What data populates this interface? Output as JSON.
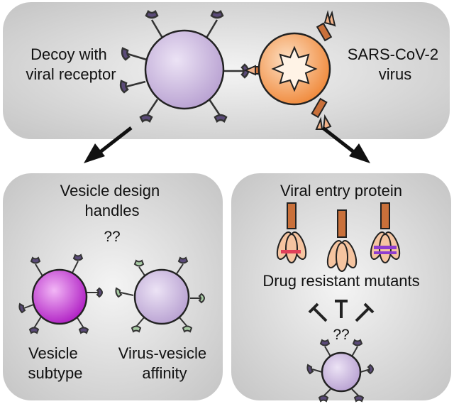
{
  "colors": {
    "panel_fill_center": "#f2f2f2",
    "panel_fill_edge": "#c9c9c9",
    "decoy_vesicle": "#c9b6de",
    "subtype_vesicle": "#c040d0",
    "affinity_vesicle": "#cdbde3",
    "virus_body": "#f59a55",
    "receptor_dark": "#5a4a78",
    "receptor_light": "#a8cba4",
    "spike_protein": "#c9703a",
    "mutation_red": "#e0405a",
    "mutation_purple": "#8e3cd0",
    "arrow": "#111111"
  },
  "top_panel": {
    "decoy_label": [
      "Decoy with",
      "viral receptor"
    ],
    "virus_label": [
      "SARS-CoV-2",
      "virus"
    ]
  },
  "left_panel": {
    "title": [
      "Vesicle design",
      "handles"
    ],
    "question": "??",
    "subtype_label": [
      "Vesicle",
      "subtype"
    ],
    "affinity_label": [
      "Virus-vesicle",
      "affinity"
    ]
  },
  "right_panel": {
    "title": "Viral entry protein",
    "mutants_label": "Drug resistant mutants",
    "question": "??"
  }
}
